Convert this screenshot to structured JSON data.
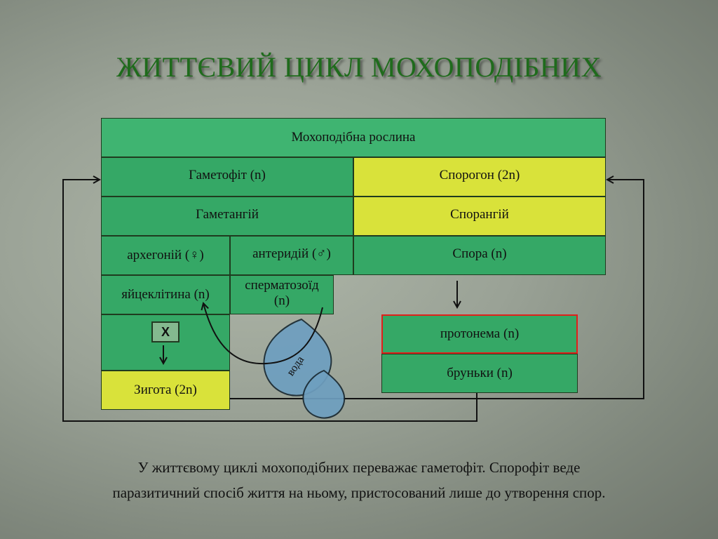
{
  "title": "ЖИТТЄВИЙ ЦИКЛ МОХОПОДІБНИХ",
  "diagram": {
    "plant": "Мохоподібна рослина",
    "gametophyte": "Гаметофіт (n)",
    "sporogon": "Спорогон (2n)",
    "gametangium": "Гаметангій",
    "sporangium": "Спорангій",
    "archegonium": "архегоній (♀)",
    "antheridium": "антеридій (♂)",
    "spore": "Спора (n)",
    "egg": "яйцеклітина (n)",
    "sperm_line1": "сперматозоїд",
    "sperm_line2": "(n)",
    "fertilization": "X",
    "zygote": "Зигота (2n)",
    "protonema": "протонема (n)",
    "buds": "бруньки (n)",
    "water": "вода"
  },
  "caption": {
    "line1": "У життєвому циклі мохоподібних переважає гаметофіт. Спорофіт веде",
    "line2": "паразитичний спосіб життя на ньому, пристосований лише до утворення спор."
  },
  "colors": {
    "green": "#3fb471",
    "yellow": "#d9e23a",
    "title": "#1f6b1c",
    "highlight_border": "#e0201a",
    "water": "#6e9fc0"
  }
}
